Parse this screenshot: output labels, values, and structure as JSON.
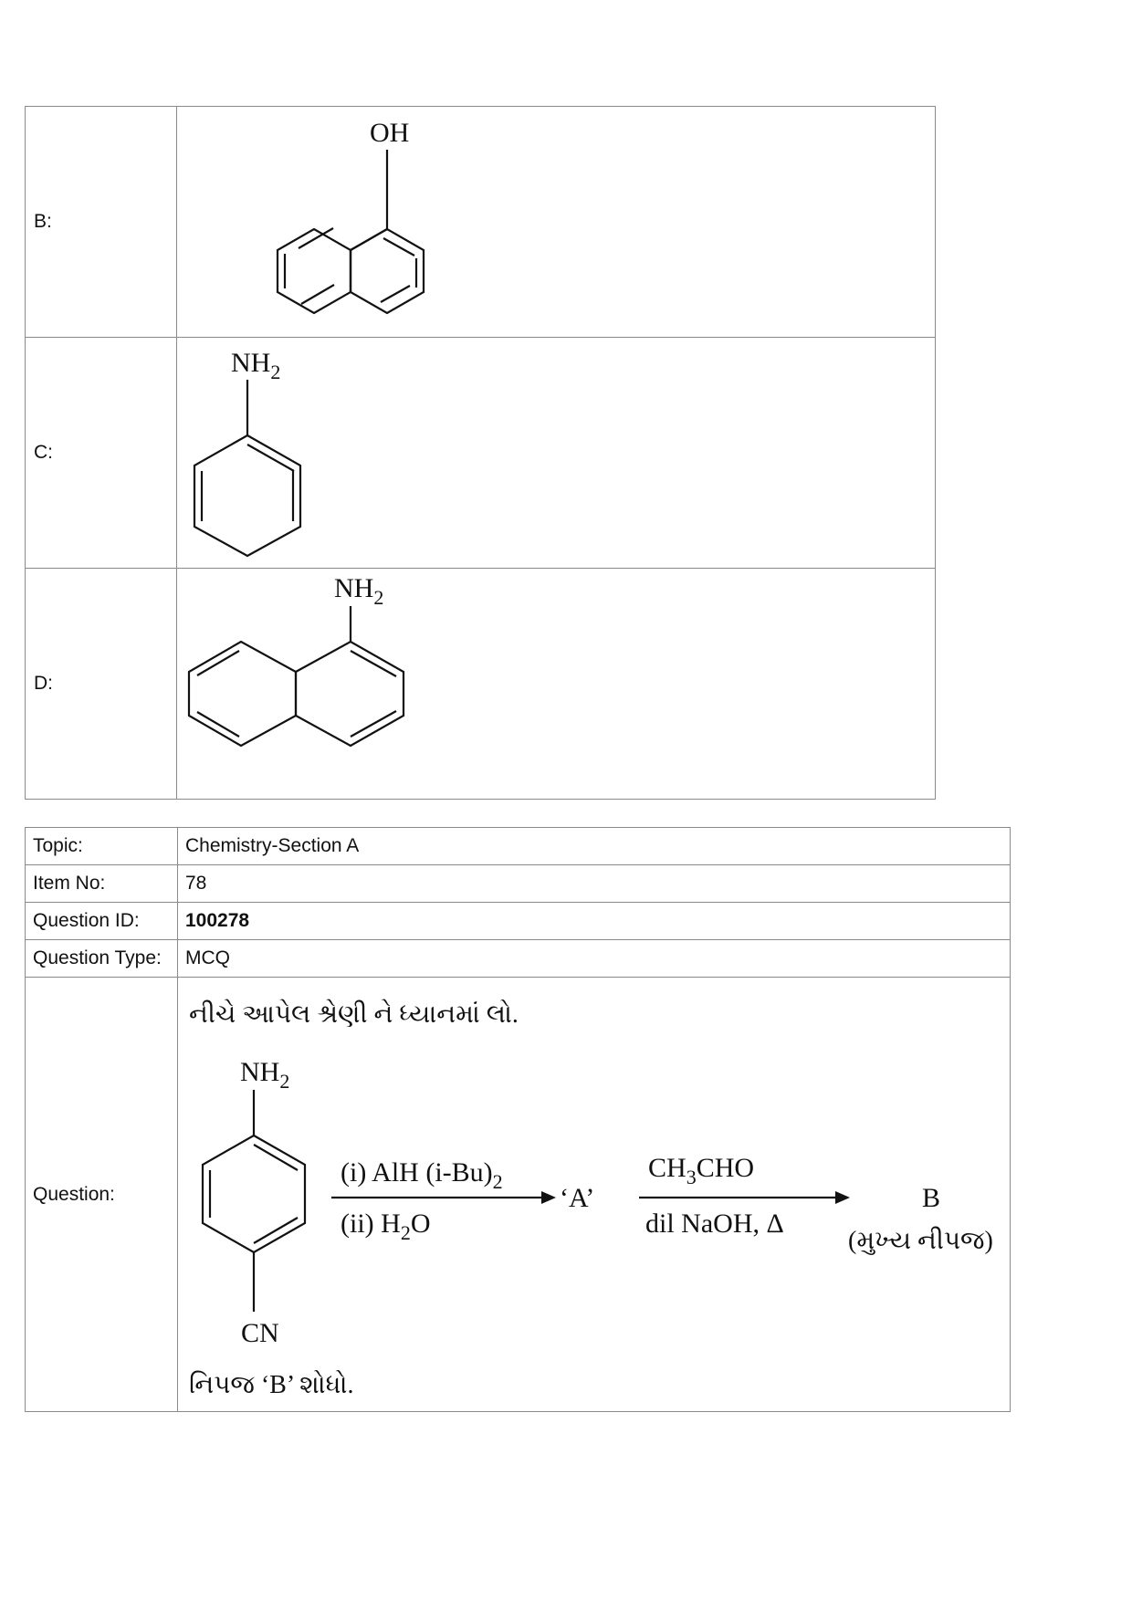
{
  "options": [
    {
      "label": "B:",
      "substituent": "OH",
      "ring": "naphthalene"
    },
    {
      "label": "C:",
      "substituent": "NH2",
      "ring": "benzene"
    },
    {
      "label": "D:",
      "substituent": "NH2",
      "ring": "naphthalene"
    }
  ],
  "meta": {
    "topic_label": "Topic:",
    "topic_value": "Chemistry-Section A",
    "item_label": "Item No:",
    "item_value": "78",
    "qid_label": "Question ID:",
    "qid_value": "100278",
    "qtype_label": "Question Type:",
    "qtype_value": "MCQ",
    "question_label": "Question:"
  },
  "question": {
    "intro": "નીચે આપેલ શ્રેણી ને ધ્યાનમાં લો.",
    "reactant_top": "NH2",
    "reactant_bottom": "CN",
    "step1_reagent_top": "(i)  AlH (i-Bu)2",
    "step1_reagent_bottom": "(ii)  H2O",
    "intermediate": "‘A’",
    "step2_reagent_top": "CH3CHO",
    "step2_reagent_bottom": "dil NaOH, Δ",
    "product": "B",
    "product_note": "(મુખ્ય નીપજ)",
    "ask": "નિપજ ‘B’ શોધો."
  }
}
